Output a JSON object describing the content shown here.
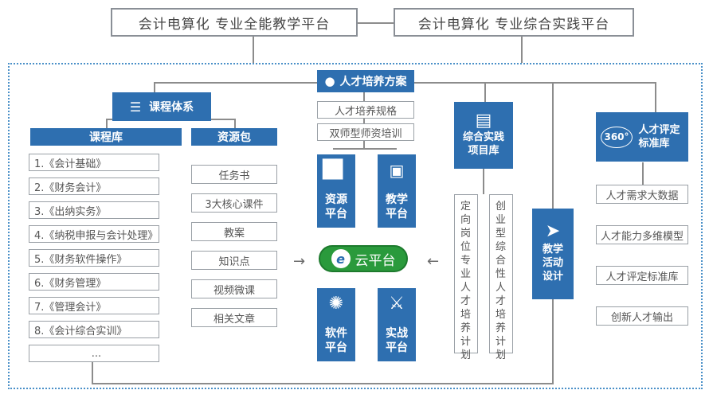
{
  "top": {
    "left_platform": "会计电算化 专业全能教学平台",
    "right_platform": "会计电算化 专业综合实践平台"
  },
  "plan": {
    "title": "人才培养方案",
    "items": [
      "人才培养规格",
      "双师型师资培训"
    ]
  },
  "curriculum": {
    "title": "课程体系",
    "course_lib_title": "课程库",
    "courses": [
      "1.《会计基础》",
      "2.《财务会计》",
      "3.《出纳实务》",
      "4.《纳税申报与会计处理》",
      "5.《财务软件操作》",
      "6.《财务管理》",
      "7.《管理会计》",
      "8.《会计综合实训》",
      "..."
    ],
    "resource_title": "资源包",
    "resources": [
      "任务书",
      "3大核心课件",
      "教案",
      "知识点",
      "视频微课",
      "相关文章"
    ]
  },
  "platforms": {
    "resource": "资源平台",
    "teaching": "教学平台",
    "cloud": "云平台",
    "software": "软件平台",
    "practice": "实战平台"
  },
  "projects": {
    "title": "综合实践项目库",
    "left_plan": "定向岗位专业人才培养计划",
    "right_plan": "创业型综合性人才培养计划"
  },
  "activity": {
    "title": "教学活动设计"
  },
  "evaluation": {
    "title": "人才评定标准库",
    "badge": "360°",
    "items": [
      "人才需求大数据",
      "人才能力多维模型",
      "人才评定标准库",
      "创新人才输出"
    ]
  }
}
